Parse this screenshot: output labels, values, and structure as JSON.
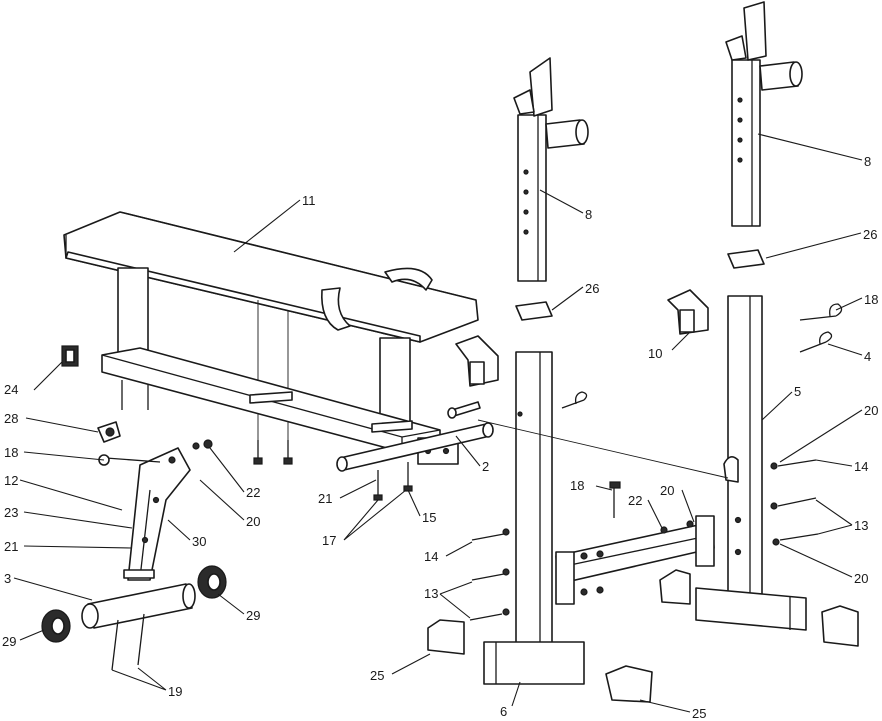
{
  "labels": {
    "l11": "11",
    "l8a": "8",
    "l8b": "8",
    "l26a": "26",
    "l26b": "26",
    "l18a": "18",
    "l4": "4",
    "l10": "10",
    "l5": "5",
    "l20a": "20",
    "l14a": "14",
    "l13a": "13",
    "l20b": "20",
    "l24": "24",
    "l28": "28",
    "l18b": "18",
    "l12": "12",
    "l23": "23",
    "l21a": "21",
    "l3": "3",
    "l29a": "29",
    "l29b": "29",
    "l19": "19",
    "l30": "30",
    "l22a": "22",
    "l20c": "20",
    "l2": "2",
    "l21b": "21",
    "l15": "15",
    "l17": "17",
    "l18c": "18",
    "l22b": "22",
    "l20d": "20",
    "l14b": "14",
    "l13b": "13",
    "l25a": "25",
    "l6": "6",
    "l25b": "25"
  }
}
